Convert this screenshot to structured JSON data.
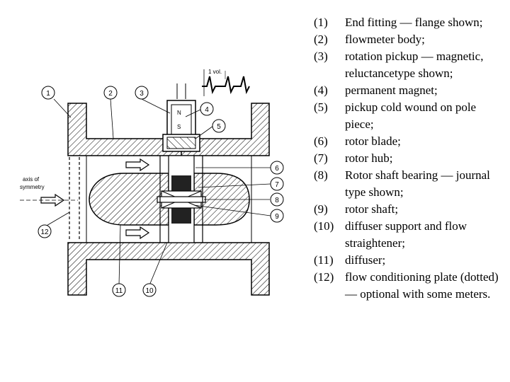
{
  "diagram": {
    "callouts": [
      "1",
      "2",
      "3",
      "4",
      "5",
      "6",
      "7",
      "8",
      "9",
      "10",
      "11",
      "12"
    ],
    "voltage_label": "1 vol.",
    "axis_label_line1": "axis of",
    "axis_label_line2": "symmetry",
    "magnet_n": "N",
    "magnet_s": "S"
  },
  "legend": {
    "items": [
      {
        "num": "(1)",
        "text": "End fitting — flange shown;"
      },
      {
        "num": "(2)",
        "text": "flowmeter body;"
      },
      {
        "num": "(3)",
        "text": "rotation pickup — magnetic, reluctancetype shown;"
      },
      {
        "num": "(4)",
        "text": "permanent magnet;"
      },
      {
        "num": "(5)",
        "text": "pickup cold wound on pole piece;"
      },
      {
        "num": "(6)",
        "text": "rotor blade;"
      },
      {
        "num": "(7)",
        "text": "rotor hub;"
      },
      {
        "num": "(8)",
        "text": "Rotor shaft bearing — journal type shown;"
      },
      {
        "num": "(9)",
        "text": "rotor shaft;"
      },
      {
        "num": "(10)",
        "text": "diffuser support and flow straightener;"
      },
      {
        "num": "(11)",
        "text": "diffuser;"
      },
      {
        "num": "(12)",
        "text": "flow conditioning plate (dotted) — optional with some meters."
      }
    ]
  }
}
